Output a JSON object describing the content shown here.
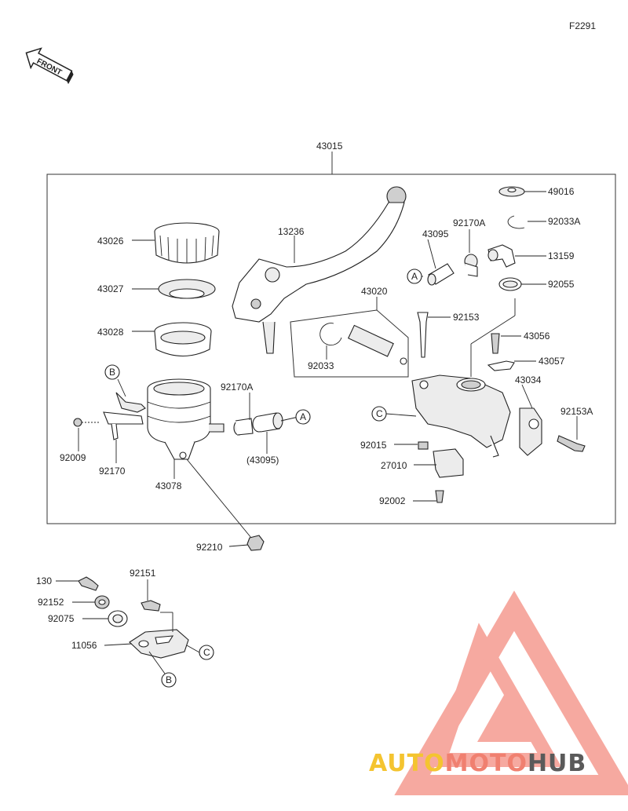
{
  "figure_code": "F2291",
  "front_label": "FRONT",
  "assembly_number": "43015",
  "watermark": {
    "auto": "AUTO",
    "moto": "MOTO",
    "hub": "HUB",
    "colors": {
      "auto": "#f4c430",
      "moto": "#f08070",
      "hub": "#5a5a5a",
      "logo": "#f6a9a0"
    }
  },
  "parts": {
    "p43026": "43026",
    "p43027": "43027",
    "p43028": "43028",
    "p13236": "13236",
    "p43095": "43095",
    "p92170A_top": "92170A",
    "p49016": "49016",
    "p92033A": "92033A",
    "p13159": "13159",
    "p92055": "92055",
    "p43020": "43020",
    "p92153": "92153",
    "p43056": "43056",
    "p43057": "43057",
    "p92033": "92033",
    "p43034": "43034",
    "p92153A": "92153A",
    "p92170A_mid": "92170A",
    "p92009": "92009",
    "p92170": "92170",
    "p43078": "43078",
    "p43095_ref": "(43095)",
    "p92015": "92015",
    "p27010": "27010",
    "p92002": "92002",
    "p92210": "92210",
    "p130": "130",
    "p92151": "92151",
    "p92152": "92152",
    "p92075": "92075",
    "p11056": "11056"
  },
  "refs": {
    "A1": "A",
    "A2": "A",
    "B1": "B",
    "B2": "B",
    "C1": "C",
    "C2": "C"
  }
}
